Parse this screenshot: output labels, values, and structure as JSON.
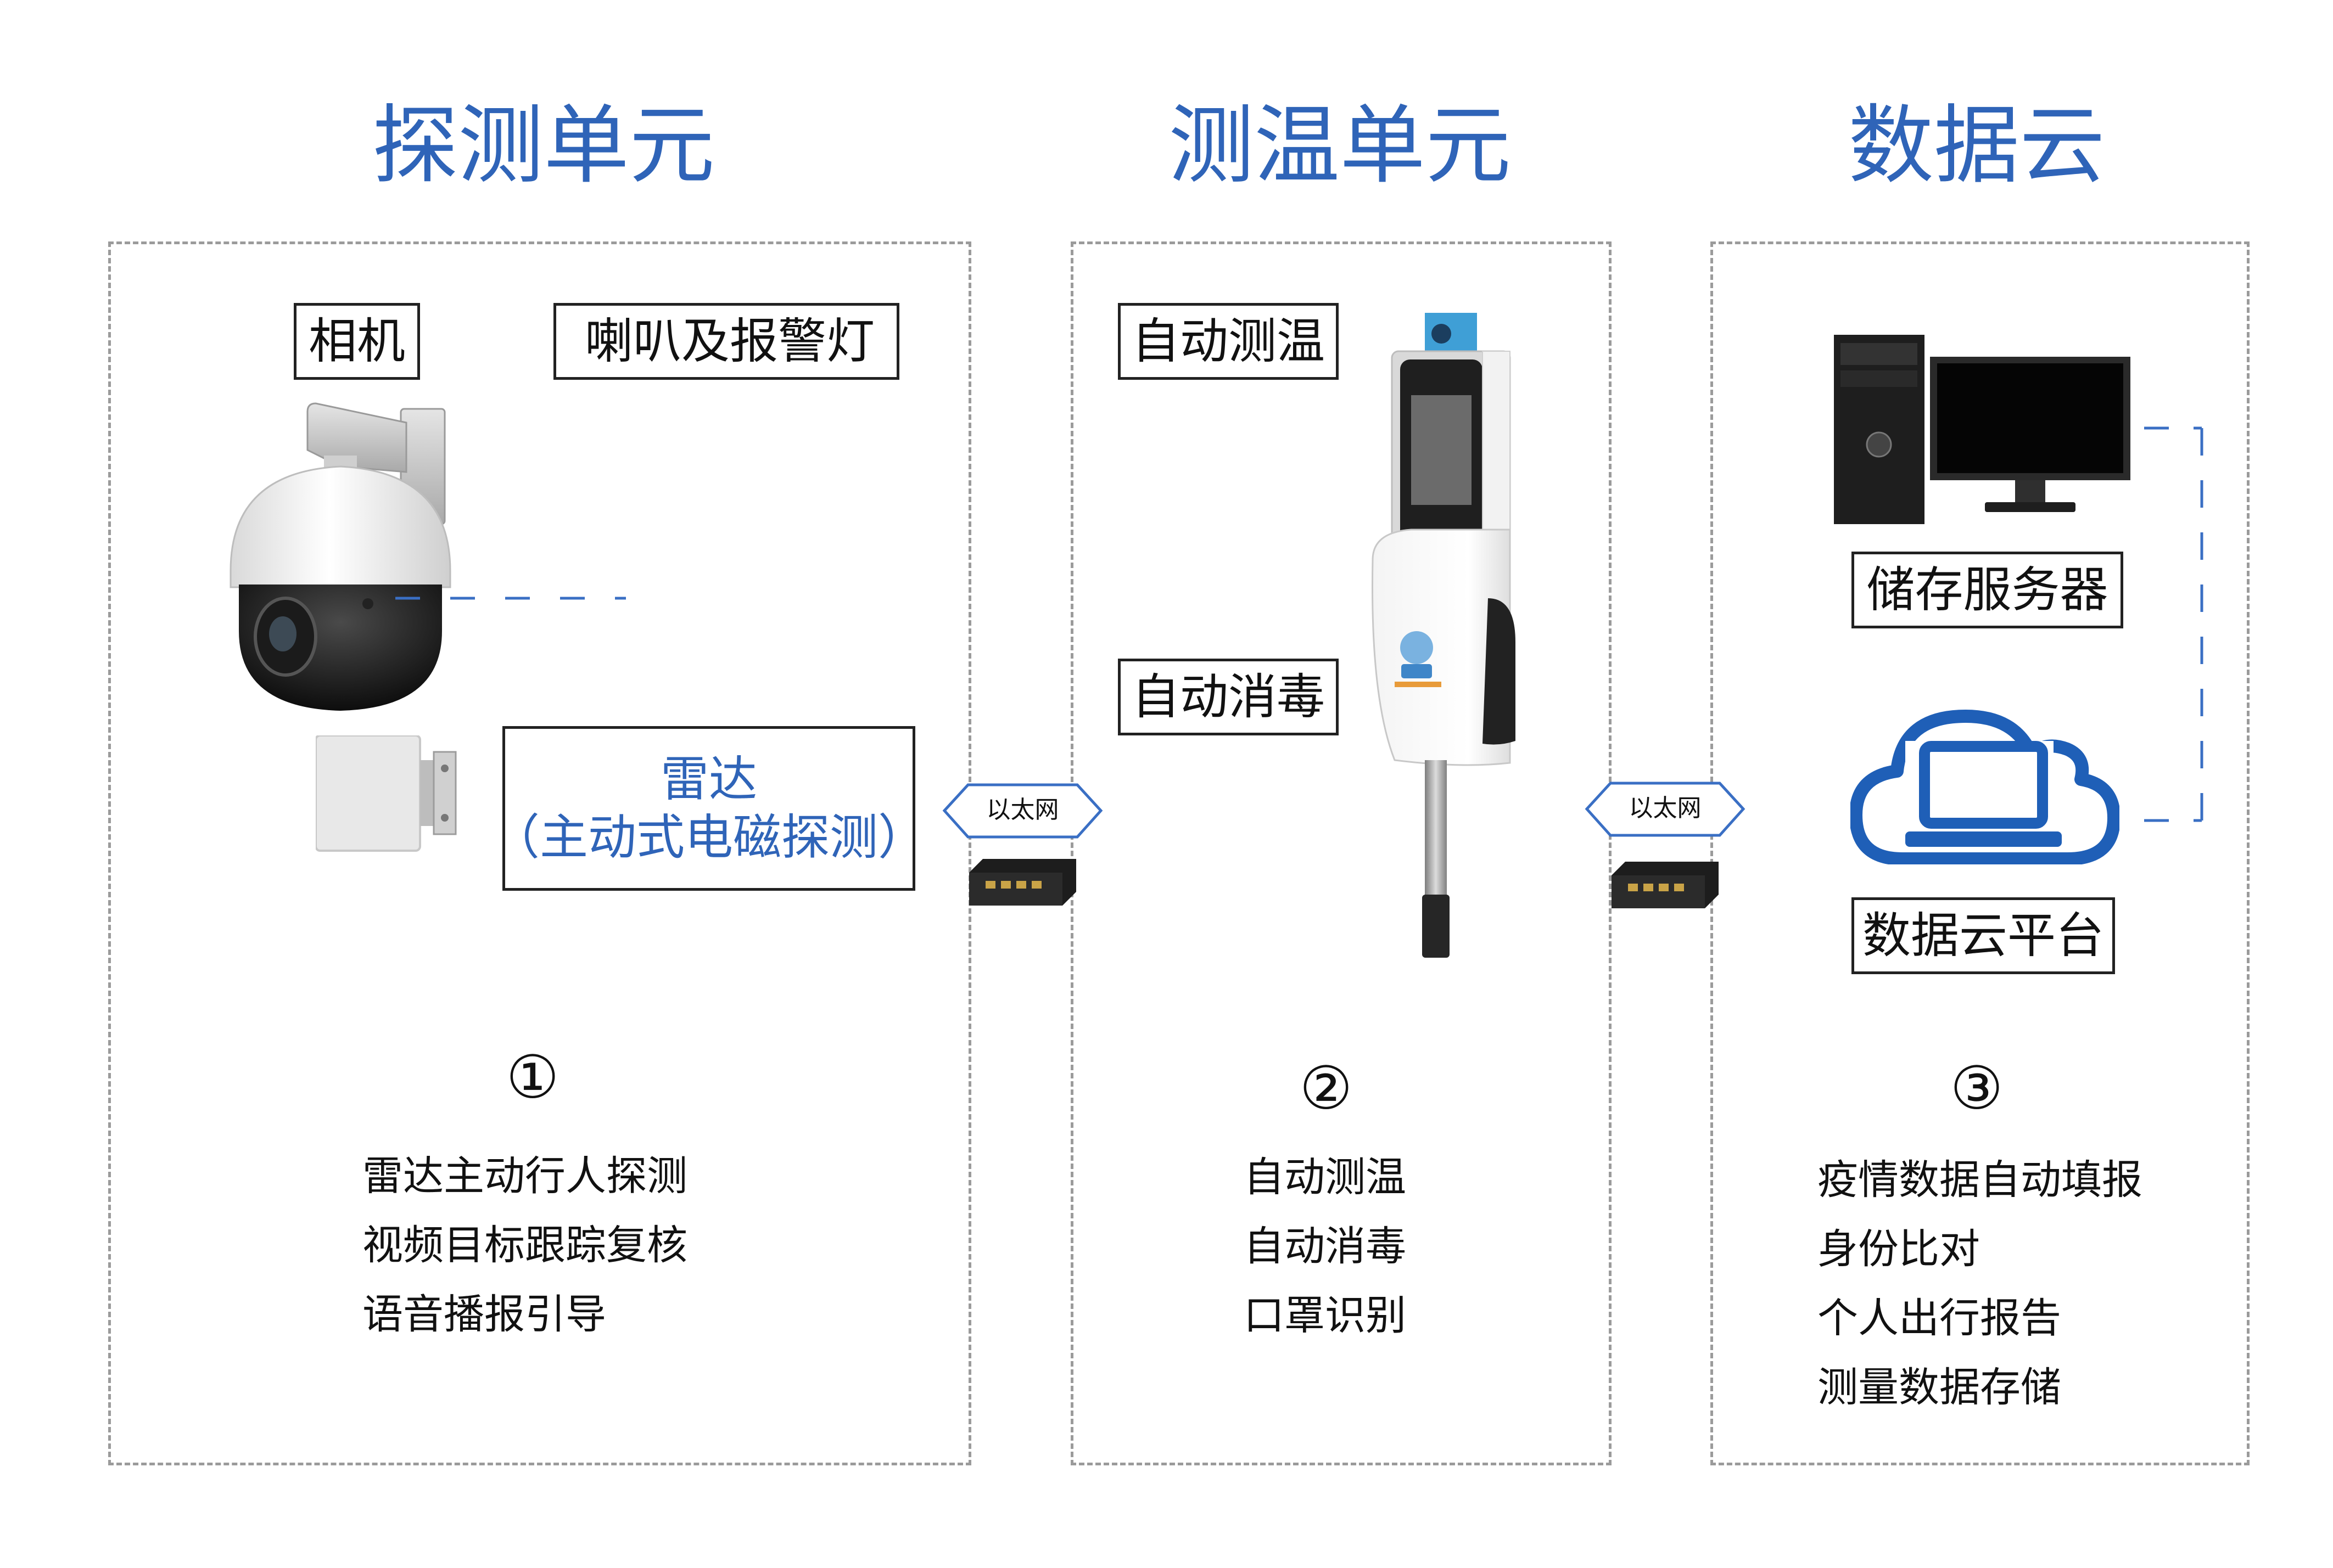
{
  "colors": {
    "accent_blue": "#2f64b8",
    "dashed_grey": "#9b9b9b",
    "connector_blue": "#3a6fc4"
  },
  "sections": [
    {
      "title": "探测单元",
      "labels": {
        "camera": "相机",
        "speaker": "喇叭及报警灯",
        "radar_line1": "雷达",
        "radar_line2": "（主动式电磁探测）"
      },
      "number": "①",
      "features": [
        "雷达主动行人探测",
        "视频目标跟踪复核",
        "语音播报引导"
      ]
    },
    {
      "title": "测温单元",
      "labels": {
        "auto_temp": "自动测温",
        "auto_disinfect": "自动消毒"
      },
      "number": "②",
      "features": [
        "自动测温",
        "自动消毒",
        "口罩识别"
      ]
    },
    {
      "title": "数据云",
      "labels": {
        "server": "储存服务器",
        "cloud_platform": "数据云平台"
      },
      "number": "③",
      "features": [
        "疫情数据自动填报",
        "身份比对",
        "个人出行报告",
        "测量数据存储"
      ]
    }
  ],
  "ethernet_labels": [
    "以太网",
    "以太网"
  ],
  "icons": [
    "ptz-camera-icon",
    "radar-panel-icon",
    "temperature-kiosk-icon",
    "ethernet-switch-icon",
    "desktop-computer-icon",
    "cloud-laptop-icon"
  ]
}
